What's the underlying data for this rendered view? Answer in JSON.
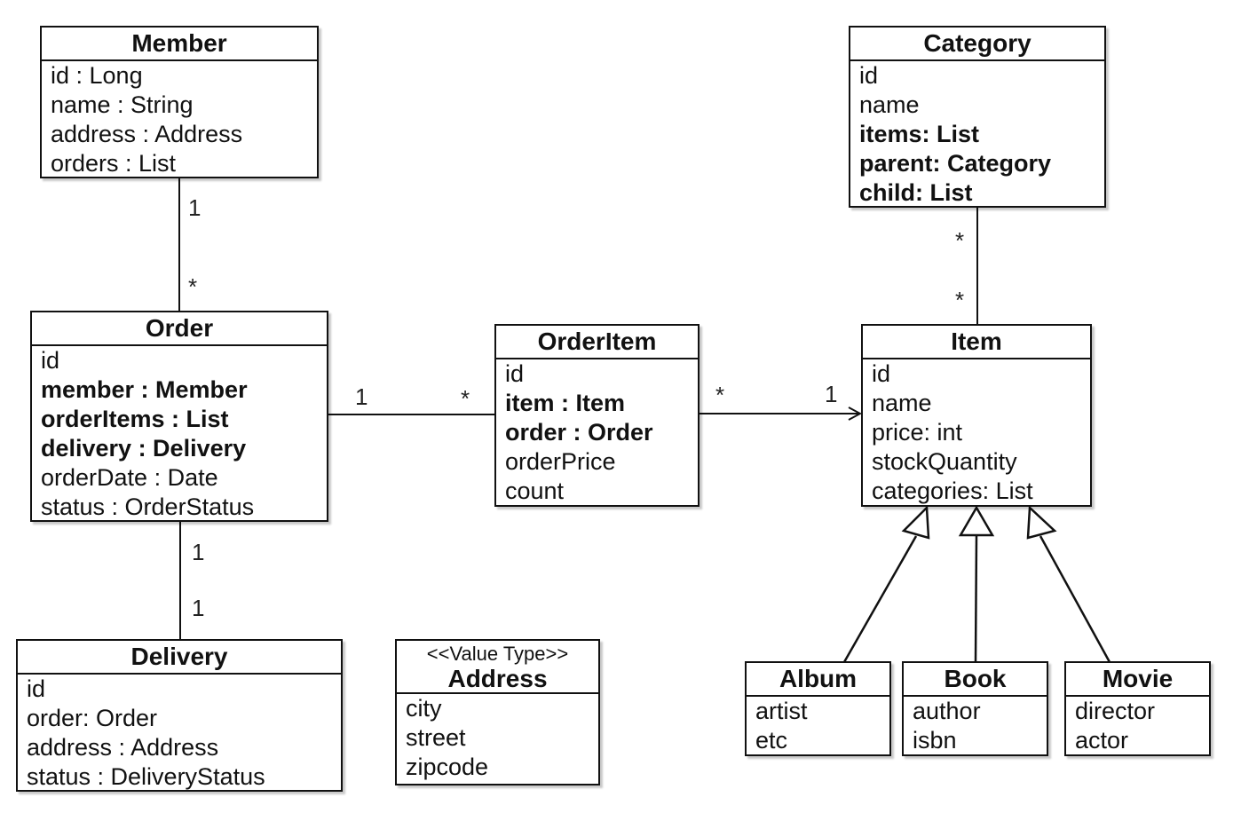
{
  "classes": {
    "member": {
      "name": "Member",
      "attrs": [
        "id : Long",
        "name : String",
        "address : Address",
        "orders : List"
      ]
    },
    "category": {
      "name": "Category",
      "attrs": [
        "id",
        "name",
        "items: List",
        "parent: Category",
        "child: List"
      ]
    },
    "order": {
      "name": "Order",
      "attrs": [
        "id",
        "member : Member",
        "orderItems : List",
        "delivery : Delivery",
        "orderDate : Date",
        "status : OrderStatus"
      ]
    },
    "orderitem": {
      "name": "OrderItem",
      "attrs": [
        "id",
        "item : Item",
        "order : Order",
        "orderPrice",
        "count"
      ]
    },
    "item": {
      "name": "Item",
      "attrs": [
        "id",
        "name",
        "price: int",
        "stockQuantity",
        "categories: List"
      ]
    },
    "delivery": {
      "name": "Delivery",
      "attrs": [
        "id",
        "order: Order",
        "address : Address",
        "status : DeliveryStatus"
      ]
    },
    "address": {
      "stereotype": "<<Value Type>>",
      "name": "Address",
      "attrs": [
        "city",
        "street",
        "zipcode"
      ]
    },
    "album": {
      "name": "Album",
      "attrs": [
        "artist",
        "etc"
      ]
    },
    "book": {
      "name": "Book",
      "attrs": [
        "author",
        "isbn"
      ]
    },
    "movie": {
      "name": "Movie",
      "attrs": [
        "director",
        "actor"
      ]
    }
  },
  "multiplicities": {
    "member_order_member_end": "1",
    "member_order_order_end": "*",
    "category_item_category_end": "*",
    "category_item_item_end": "*",
    "order_orderitem_order_end": "1",
    "order_orderitem_orderitem_end": "*",
    "orderitem_item_orderitem_end": "*",
    "orderitem_item_item_end": "1",
    "order_delivery_order_end": "1",
    "order_delivery_delivery_end": "1"
  }
}
